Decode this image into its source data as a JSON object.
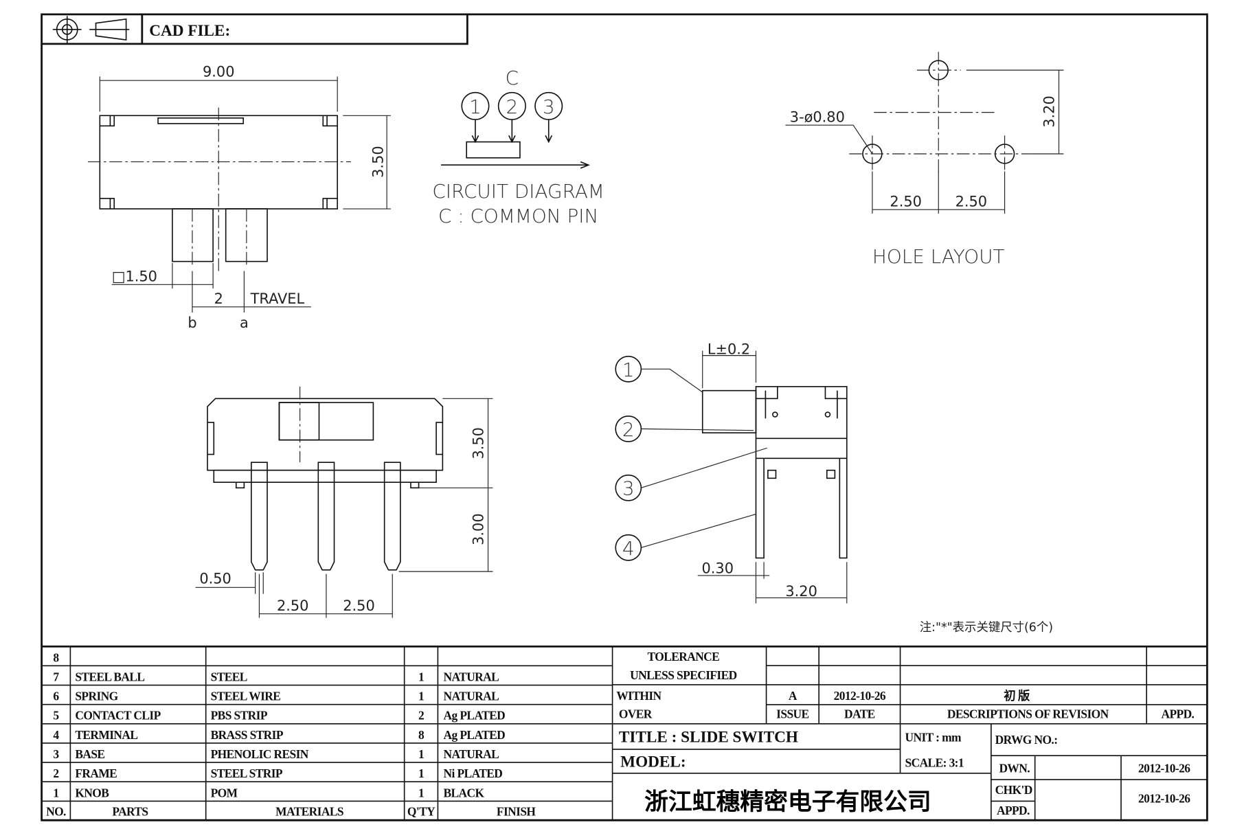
{
  "header": {
    "cad_file_label": "CAD FILE:",
    "projection_icon": "third-angle-projection-icon"
  },
  "top_view": {
    "width_dim": "9.00",
    "height_dim": "3.50",
    "pin_dim": "□1.50",
    "travel_dim": "2",
    "travel_label": "TRAVEL",
    "pos_b": "b",
    "pos_a": "a"
  },
  "circuit": {
    "common": "C",
    "pins": [
      "1",
      "2",
      "3"
    ],
    "title": "CIRCUIT DIAGRAM",
    "subtitle": "C : COMMON PIN"
  },
  "hole_layout": {
    "hole_dim": "3-ø0.80",
    "height_dim": "3.20",
    "pitch_left": "2.50",
    "pitch_right": "2.50",
    "title": "HOLE LAYOUT"
  },
  "front_view": {
    "body_dim": "3.50",
    "pin_dim": "3.00",
    "pin_width": "0.50",
    "pitch_left": "2.50",
    "pitch_right": "2.50"
  },
  "side_view": {
    "knob_dim": "L±0.2",
    "callouts": [
      "1",
      "2",
      "3",
      "4"
    ],
    "pin_thk": "0.30",
    "width_dim": "3.20"
  },
  "note": "注:\"*\"表示关键尺寸(6个)",
  "bom": {
    "rows": [
      {
        "no": "8",
        "part": "",
        "material": "",
        "qty": "",
        "finish": ""
      },
      {
        "no": "7",
        "part": "STEEL BALL",
        "material": "STEEL",
        "qty": "1",
        "finish": "NATURAL"
      },
      {
        "no": "6",
        "part": "SPRING",
        "material": "STEEL WIRE",
        "qty": "1",
        "finish": "NATURAL"
      },
      {
        "no": "5",
        "part": "CONTACT CLIP",
        "material": "PBS STRIP",
        "qty": "2",
        "finish": "Ag PLATED"
      },
      {
        "no": "4",
        "part": "TERMINAL",
        "material": "BRASS STRIP",
        "qty": "8",
        "finish": "Ag PLATED"
      },
      {
        "no": "3",
        "part": "BASE",
        "material": "PHENOLIC RESIN",
        "qty": "1",
        "finish": "NATURAL"
      },
      {
        "no": "2",
        "part": "FRAME",
        "material": "STEEL STRIP",
        "qty": "1",
        "finish": "Ni PLATED"
      },
      {
        "no": "1",
        "part": "KNOB",
        "material": "POM",
        "qty": "1",
        "finish": "BLACK"
      }
    ],
    "headers": {
      "no": "NO.",
      "part": "PARTS",
      "material": "MATERIALS",
      "qty": "Q'TY",
      "finish": "FINISH"
    }
  },
  "title_block": {
    "tolerance_1": "TOLERANCE",
    "tolerance_2": "UNLESS  SPECIFIED",
    "within": "WITHIN",
    "over": "OVER",
    "issue": "A",
    "issue_date": "2012-10-26",
    "revision_desc": "初 版",
    "issue_hdr": "ISSUE",
    "date_hdr": "DATE",
    "desc_hdr": "DESCRIPTIONS OF REVISION",
    "appd_hdr": "APPD.",
    "title": "TITLE : SLIDE SWITCH",
    "unit": "UNIT :  mm",
    "model": "MODEL:",
    "scale": "SCALE:  3:1",
    "drwg_no": "DRWG NO.:",
    "dwn": "DWN.",
    "dwn_date": "2012-10-26",
    "chkd": "CHK'D",
    "appd": "APPD.",
    "chk_date": "2012-10-26",
    "company": "浙江虹穗精密电子有限公司"
  }
}
